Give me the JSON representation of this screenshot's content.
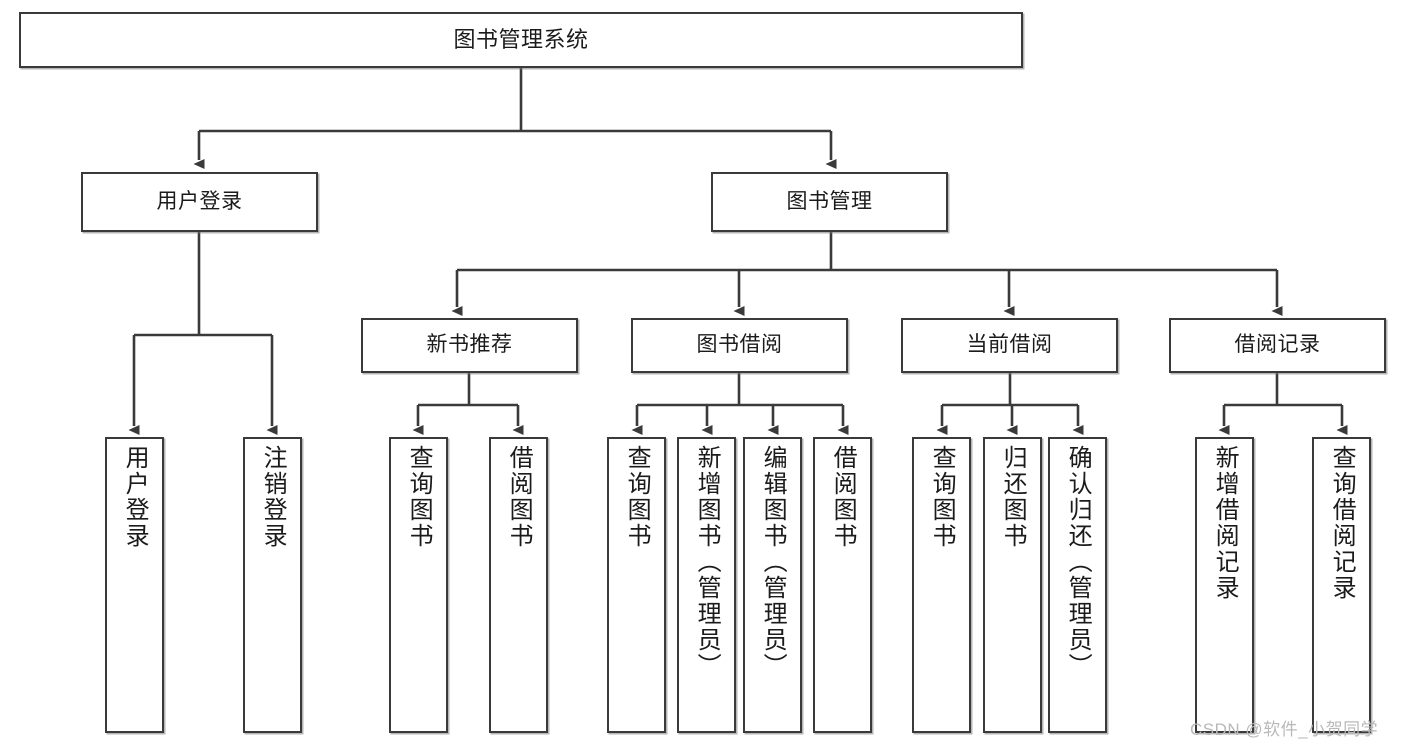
{
  "diagram": {
    "title": "图书管理系统",
    "type": "tree-structure-diagram",
    "edge_color": "#3a3a3a",
    "box_border_color": "#3a3a3a",
    "box_fill_color": "#ffffff",
    "background_color": "#ffffff",
    "watermark": "CSDN @软件_小贺同学"
  },
  "nodes": {
    "root": {
      "label": "图书管理系统",
      "level": 0
    },
    "level1": [
      {
        "id": "user-login",
        "label": "用户登录"
      },
      {
        "id": "book-manage",
        "label": "图书管理"
      }
    ],
    "level2": [
      {
        "id": "new-book-recommend",
        "label": "新书推荐",
        "parent": "book-manage"
      },
      {
        "id": "book-borrow",
        "label": "图书借阅",
        "parent": "book-manage"
      },
      {
        "id": "current-borrow",
        "label": "当前借阅",
        "parent": "book-manage"
      },
      {
        "id": "borrow-record",
        "label": "借阅记录",
        "parent": "book-manage"
      }
    ],
    "leaves": {
      "user_login": [
        {
          "id": "leaf-user-login",
          "label": "用户登录"
        },
        {
          "id": "leaf-logout-login",
          "label": "注销登录"
        }
      ],
      "new_book_recommend": [
        {
          "id": "leaf-query-book-1",
          "label": "查询图书"
        },
        {
          "id": "leaf-borrow-book-1",
          "label": "借阅图书"
        }
      ],
      "book_borrow": [
        {
          "id": "leaf-query-book-2",
          "label": "查询图书"
        },
        {
          "id": "leaf-add-book",
          "label": "新增图书（管理员）"
        },
        {
          "id": "leaf-edit-book",
          "label": "编辑图书（管理员）"
        },
        {
          "id": "leaf-borrow-book-2",
          "label": "借阅图书"
        }
      ],
      "current_borrow": [
        {
          "id": "leaf-query-book-3",
          "label": "查询图书"
        },
        {
          "id": "leaf-return-book",
          "label": "归还图书"
        },
        {
          "id": "leaf-confirm-return",
          "label": "确认归还（管理员）"
        }
      ],
      "borrow_record": [
        {
          "id": "leaf-add-borrow-record",
          "label": "新增借阅记录"
        },
        {
          "id": "leaf-query-borrow-record",
          "label": "查询借阅记录"
        }
      ]
    }
  }
}
